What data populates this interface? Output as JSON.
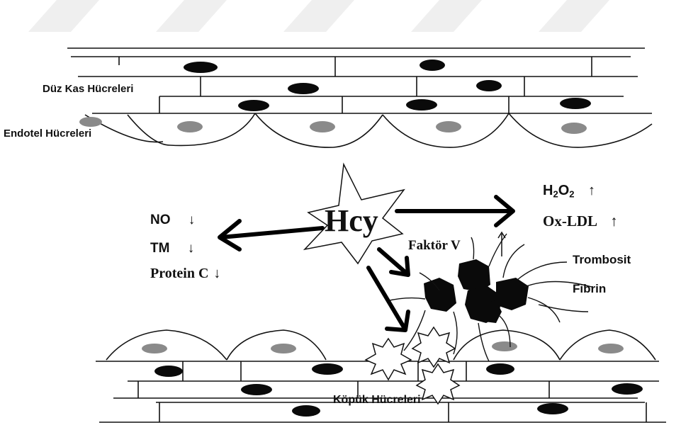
{
  "labels": {
    "smooth_muscle": "Düz Kas Hücreleri",
    "endothelial": "Endotel Hücreleri",
    "hcy": "Hcy",
    "no": "NO",
    "tm": "TM",
    "protein_c": "Protein C",
    "h2o2_main": "H",
    "h2o2_sub1": "2",
    "h2o2_mid": "O",
    "h2o2_sub2": "2",
    "ox_ldl": "Ox-LDL",
    "factor_v": "Faktör V",
    "platelet": "Trombosit",
    "fibrin": "Fibrin",
    "foam_cells": "Köpük Hücreleri",
    "arrow_down": "↓",
    "arrow_up": "↑"
  },
  "colors": {
    "ink": "#111111",
    "nucleus_dark": "#0a0a0a",
    "nucleus_grey": "#8a8a8a",
    "watermark": "#eeeeee"
  }
}
